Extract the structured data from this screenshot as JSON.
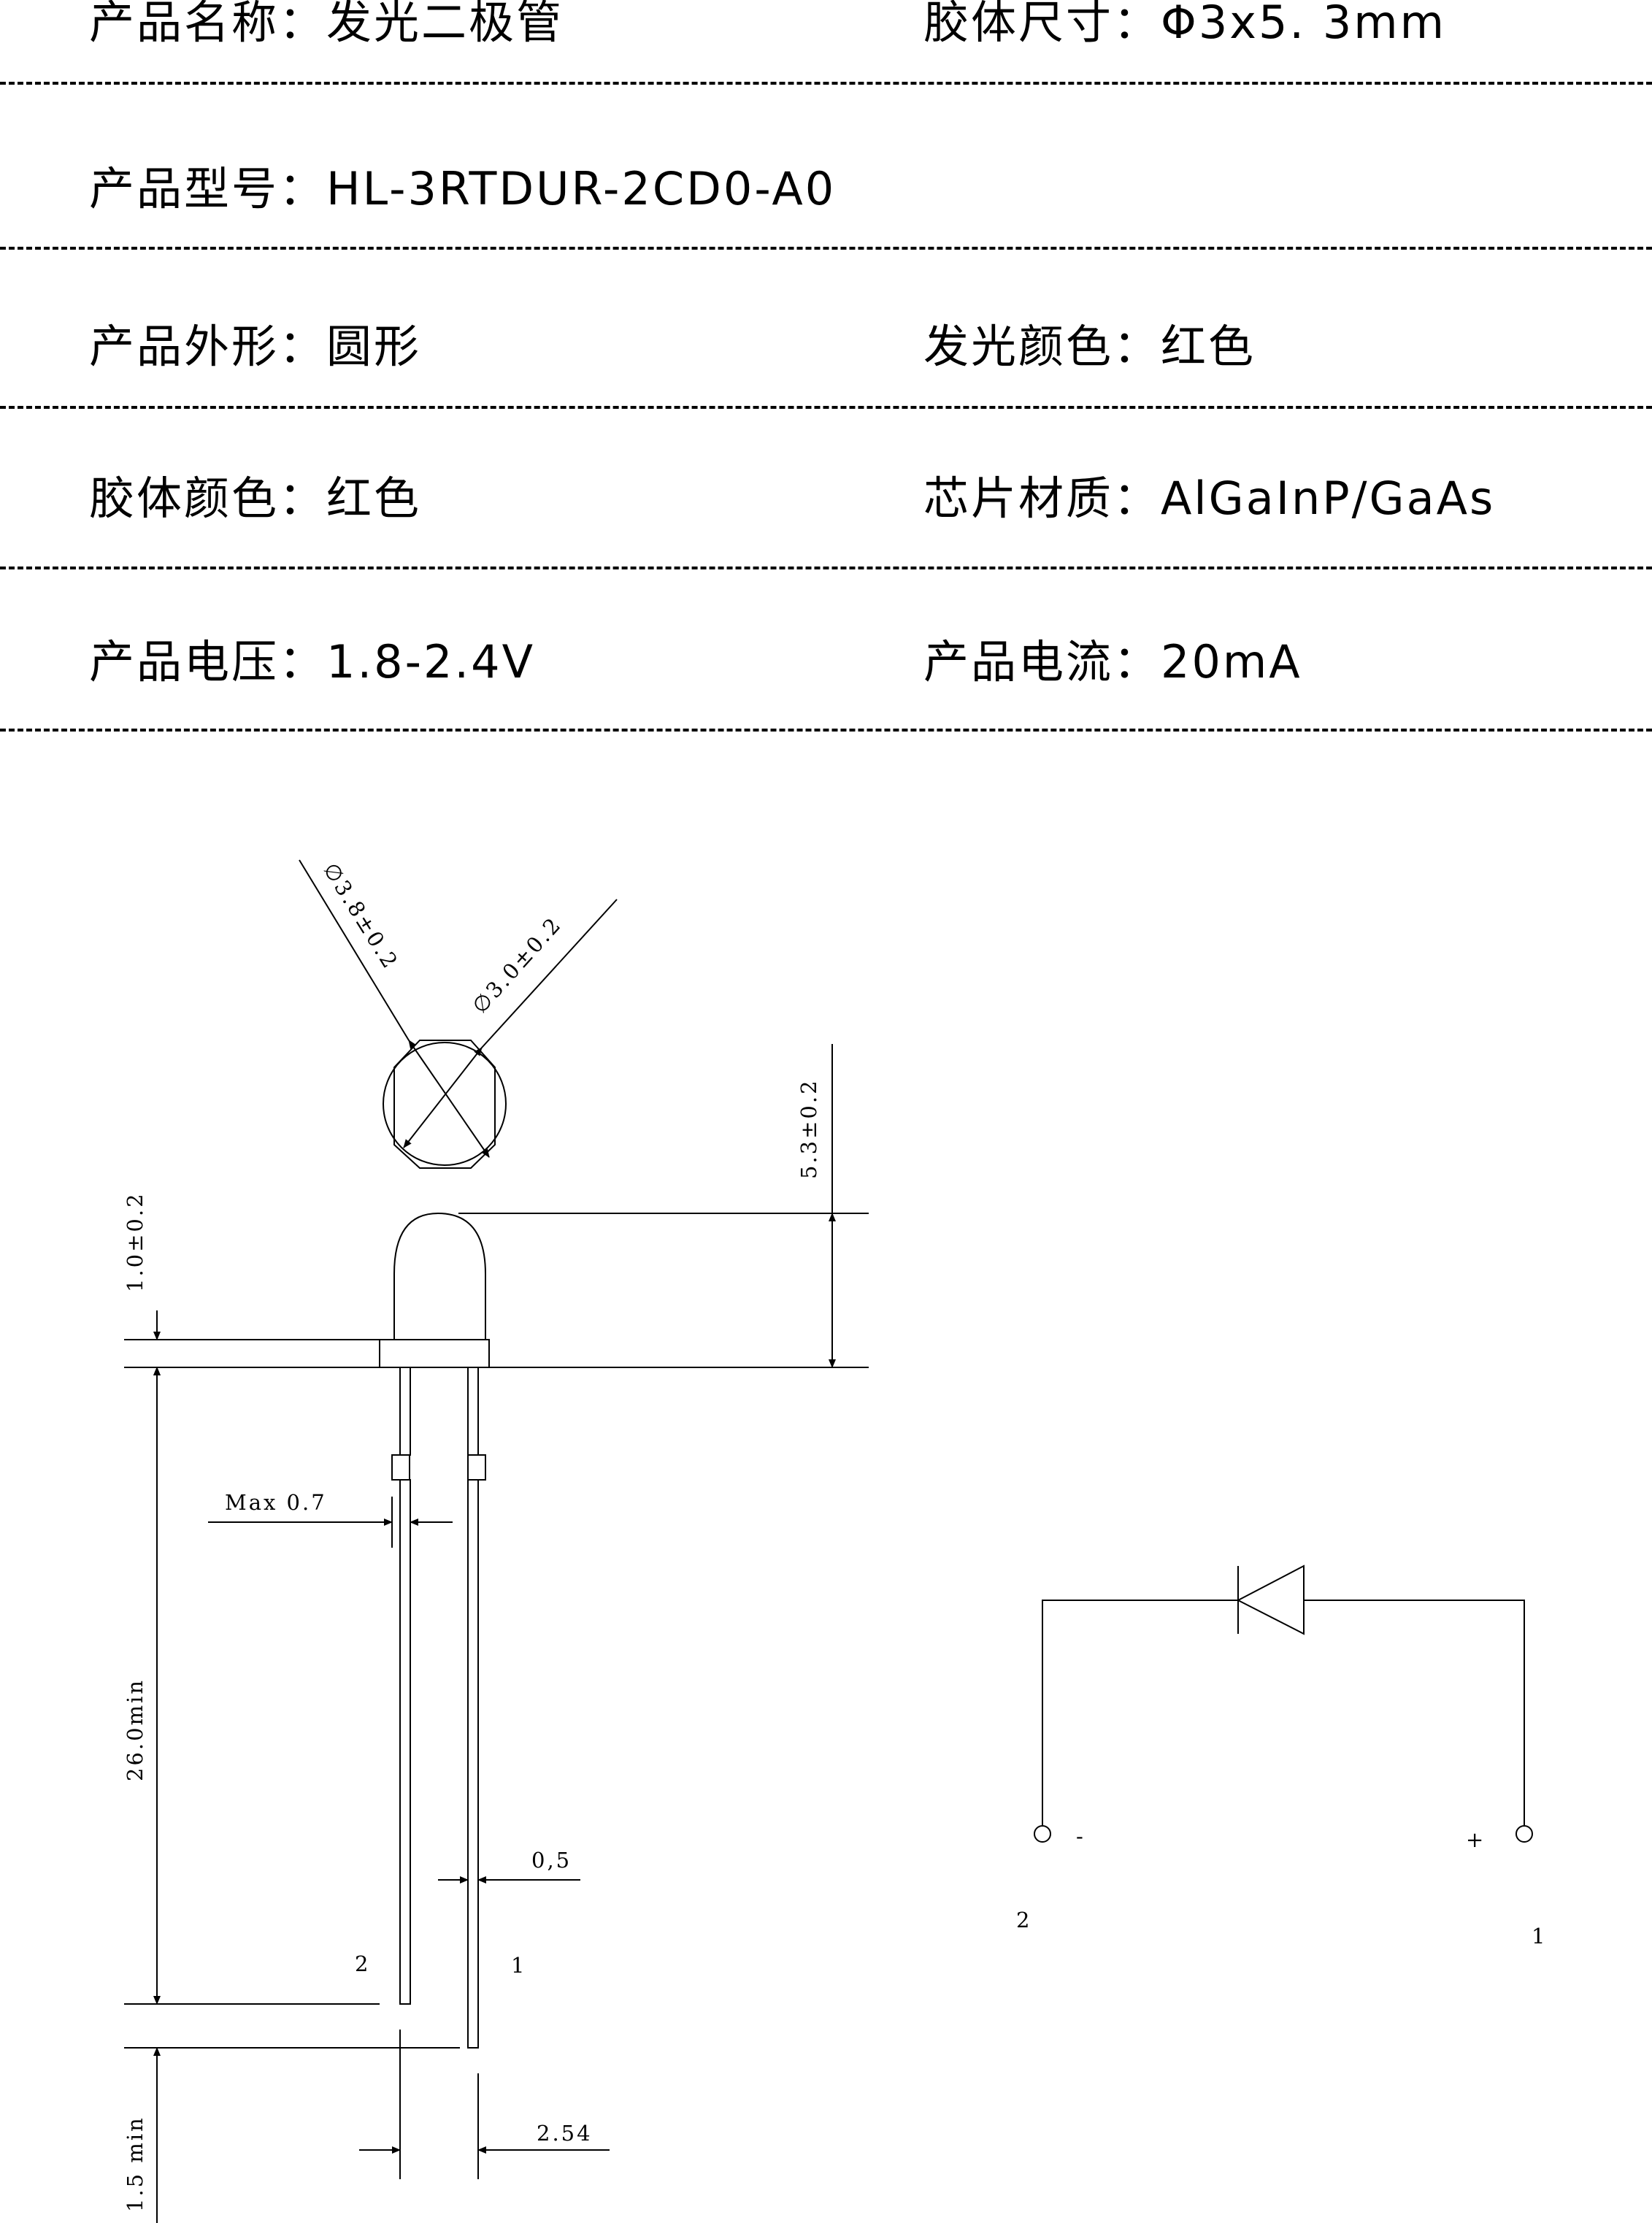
{
  "specs": {
    "product_name": {
      "label": "产品名称：",
      "value": "发光二极管"
    },
    "body_size": {
      "label": "胶体尺寸：",
      "value": "Φ3x5. 3mm"
    },
    "model": {
      "label": "产品型号：",
      "value": "HL-3RTDUR-2CD0-A0"
    },
    "shape": {
      "label": "产品外形：",
      "value": "圆形"
    },
    "emit_color": {
      "label": "发光颜色：",
      "value": "红色"
    },
    "body_color": {
      "label": "胶体颜色：",
      "value": "红色"
    },
    "chip_material": {
      "label": "芯片材质：",
      "value": "AlGaInP/GaAs"
    },
    "voltage": {
      "label": "产品电压：",
      "value": "1.8-2.4V"
    },
    "current": {
      "label": "产品电流：",
      "value": "20mA"
    }
  },
  "drawing": {
    "dim_outer_diameter": "∅3.8±0.2",
    "dim_inner_diameter": "∅3.0±0.2",
    "dim_body_height": "5.3±0.2",
    "dim_flange_height": "1.0±0.2",
    "dim_lead_thickness": "Max 0.7",
    "dim_lead_length": "26.0min",
    "dim_lead_width": "0,5",
    "dim_lead_pitch": "2.54",
    "dim_lead_offset": "1.5 min",
    "lead_label_left": "2",
    "lead_label_right": "1"
  },
  "schematic": {
    "cathode_sign": "-",
    "anode_sign": "+",
    "cathode_pin": "2",
    "anode_pin": "1"
  }
}
